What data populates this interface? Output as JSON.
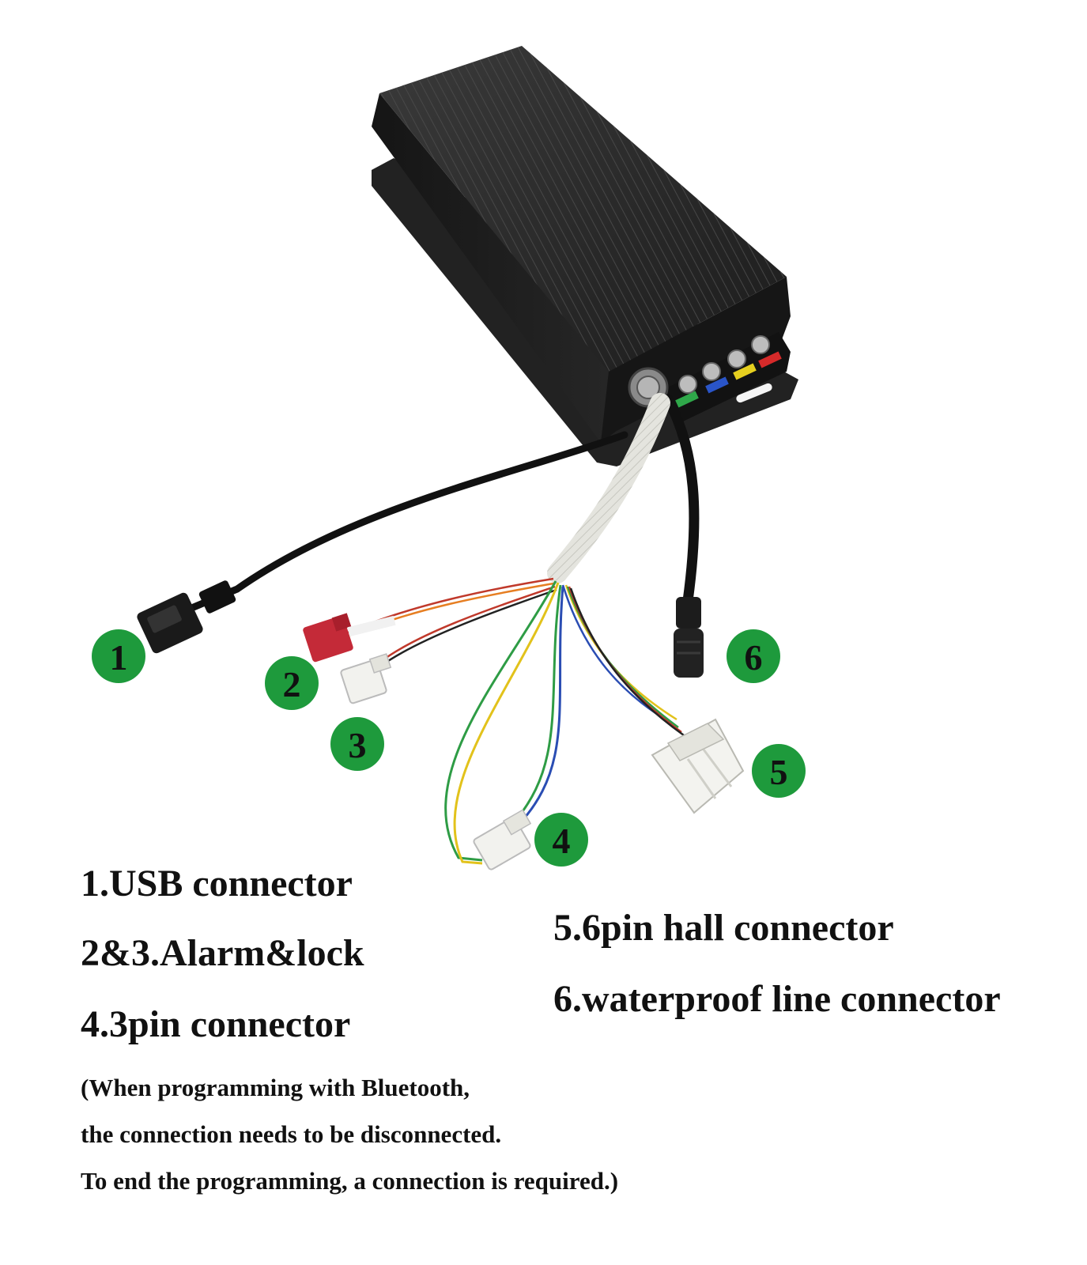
{
  "colors": {
    "badge_fill": "#1e9a3c",
    "badge_text": "#111111",
    "housing": "#1a1a1a",
    "cable": "#111111",
    "sleeve": "#e8e8e2",
    "connector_red": "#c42a38",
    "connector_white": "#f2f2ee"
  },
  "icons": [
    "controller-housing-icon",
    "usb-connector-icon",
    "alarm-connector-icon",
    "lock-connector-icon",
    "3pin-connector-icon",
    "6pin-hall-connector-icon",
    "waterproof-connector-icon"
  ],
  "badges": {
    "b1": "1",
    "b2": "2",
    "b3": "3",
    "b4": "4",
    "b5": "5",
    "b6": "6"
  },
  "legend": {
    "item1": "1.USB connector",
    "item2": "2&3.Alarm&lock",
    "item3": "4.3pin connector",
    "item5": "5.6pin hall connector",
    "item6": "6.waterproof line connector"
  },
  "note": {
    "line1": "(When programming with Bluetooth,",
    "line2": "the connection needs to be disconnected.",
    "line3": "To end the programming, a connection is required.)"
  }
}
